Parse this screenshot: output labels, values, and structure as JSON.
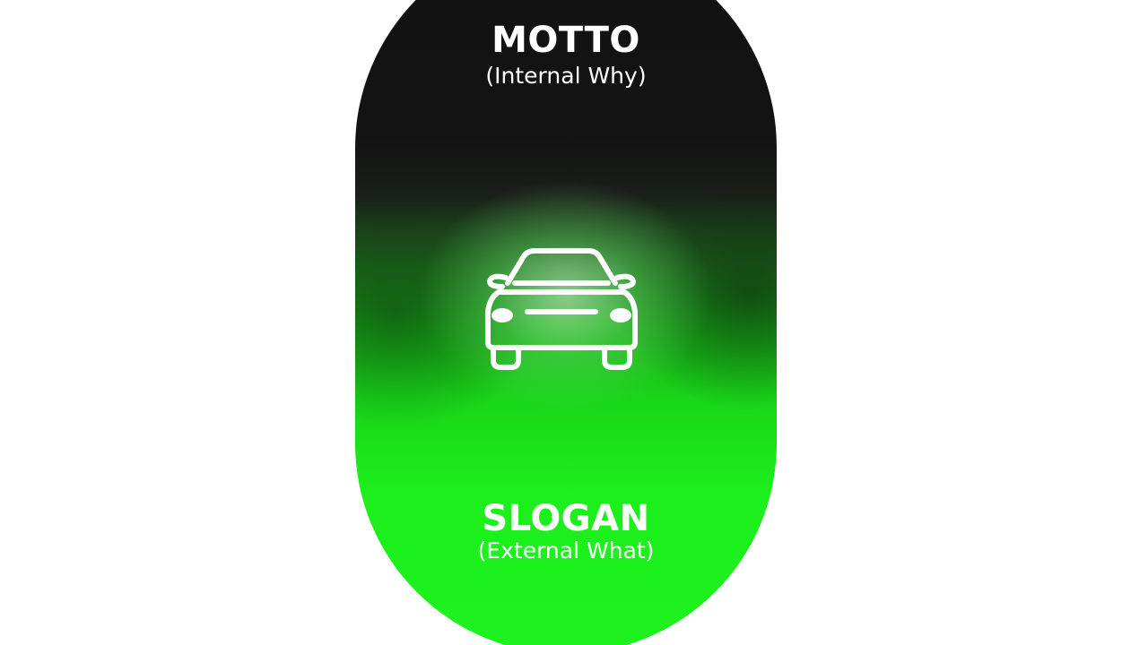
{
  "motto": {
    "title": "MOTTO",
    "subtitle": "(Internal Why)"
  },
  "slogan": {
    "title": "SLOGAN",
    "subtitle": "(External What)"
  },
  "icon": "car-icon",
  "colors": {
    "top": "#121212",
    "bottom": "#1ef21e",
    "text": "#ffffff"
  }
}
